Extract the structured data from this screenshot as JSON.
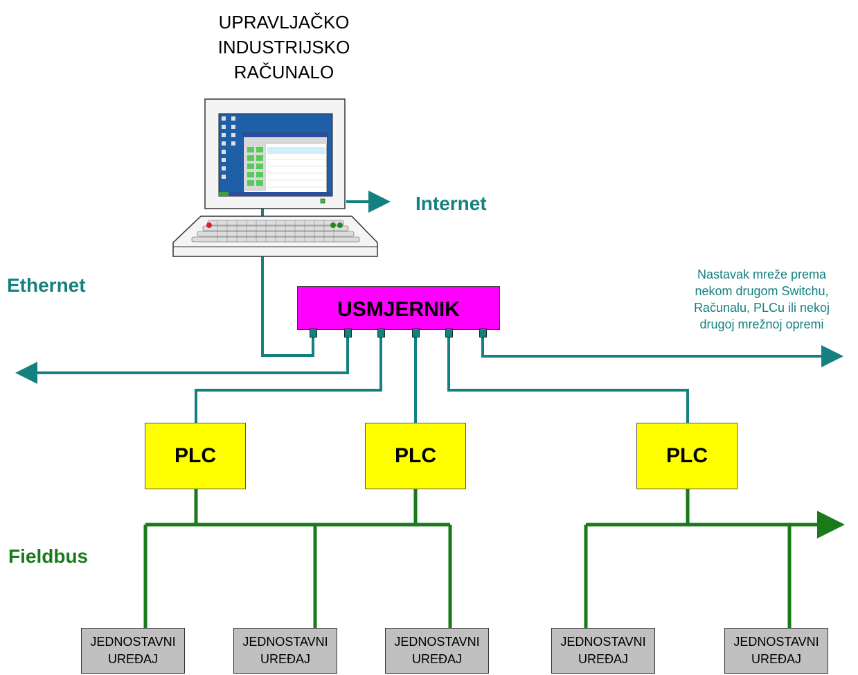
{
  "computer": {
    "title_lines": [
      "UPRAVLJAČKO",
      "INDUSTRIJSKO",
      "RAČUNALO"
    ]
  },
  "labels": {
    "internet": "Internet",
    "ethernet": "Ethernet",
    "fieldbus": "Fieldbus"
  },
  "note_lines": [
    "Nastavak mreže prema",
    "nekom drugom Switchu,",
    "Računalu, PLCu ili nekoj",
    "drugoj mrežnoj opremi"
  ],
  "router": {
    "label": "USMJERNIK"
  },
  "plcs": [
    {
      "label": "PLC"
    },
    {
      "label": "PLC"
    },
    {
      "label": "PLC"
    }
  ],
  "devices": [
    {
      "lines": [
        "JEDNOSTAVNI",
        "UREĐAJ"
      ]
    },
    {
      "lines": [
        "JEDNOSTAVNI",
        "UREĐAJ"
      ]
    },
    {
      "lines": [
        "JEDNOSTAVNI",
        "UREĐAJ"
      ]
    },
    {
      "lines": [
        "JEDNOSTAVNI",
        "UREĐAJ"
      ]
    },
    {
      "lines": [
        "JEDNOSTAVNI",
        "UREĐAJ"
      ]
    }
  ],
  "colors": {
    "ethernet": "#158080",
    "fieldbus": "#1a7a1a",
    "router_fill": "#ff00ff",
    "plc_fill": "#ffff00",
    "device_fill": "#c0c0c0"
  }
}
